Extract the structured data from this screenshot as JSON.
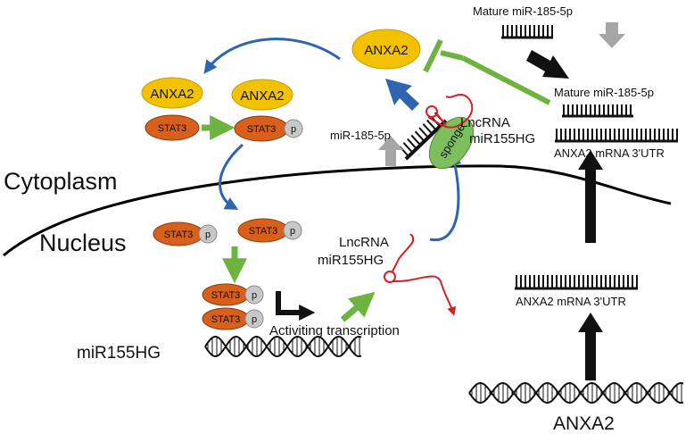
{
  "compartments": {
    "cytoplasm": "Cytoplasm",
    "nucleus": "Nucleus"
  },
  "proteins": {
    "anxa2": "ANXA2",
    "stat3": "STAT3",
    "phospho": "p"
  },
  "rna": {
    "mature_mir_top": "Mature miR-185-5p",
    "mature_mir_bound": "Mature miR-185-5p",
    "mir185": "miR-185-5p",
    "lnc_cyto_line1": "LncRNA",
    "lnc_cyto_line2": "miR155HG",
    "sponge": "sponge",
    "utr_cyto": "ANXA2 mRNA 3'UTR",
    "utr_nuc": "ANXA2 mRNA 3'UTR",
    "lnc_nuc_line1": "LncRNA",
    "lnc_nuc_line2": "miR155HG"
  },
  "genes": {
    "mir155hg": "miR155HG",
    "anxa2_gene": "ANXA2"
  },
  "process": {
    "transcription": "Activiting transcription"
  },
  "colors": {
    "anxa2_fill": "#f2c200",
    "stat3_fill": "#d9601c",
    "phospho_fill": "#c8c8c8",
    "green_arrow": "#6db33f",
    "blue_arrow": "#2f64b0",
    "grey_arrow": "#a6a6a6",
    "lnc_red": "#d61f26",
    "sponge_green": "#7cbf5c"
  }
}
